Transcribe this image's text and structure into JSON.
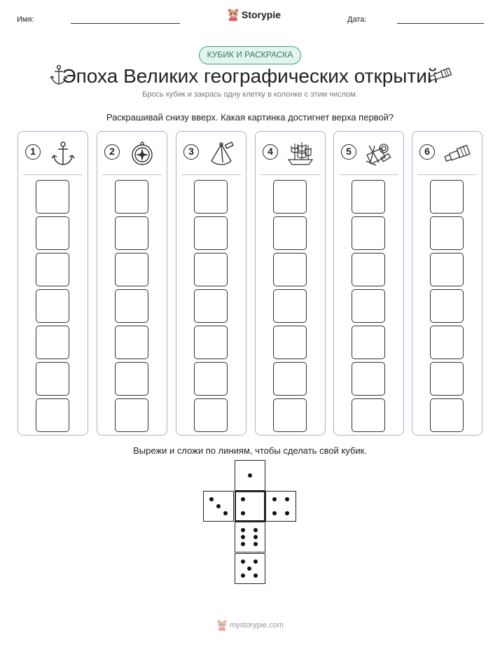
{
  "header": {
    "name_label": "Имя:",
    "date_label": "Дата:",
    "brand": "Storypie"
  },
  "badge": "КУБИК И РАСКРАСКА",
  "title": "Эпоха Великих географических открытий",
  "subtitle": "Брось кубик и закрась одну клетку в колонке с этим числом.",
  "instruction": "Раскрашивай снизу вверх. Какая картинка достигнет верха первой?",
  "columns": [
    {
      "number": "1",
      "icon": "anchor-icon"
    },
    {
      "number": "2",
      "icon": "compass-icon"
    },
    {
      "number": "3",
      "icon": "sextant-icon"
    },
    {
      "number": "4",
      "icon": "sailing-ship-icon"
    },
    {
      "number": "5",
      "icon": "map-tools-icon"
    },
    {
      "number": "6",
      "icon": "spyglass-icon"
    }
  ],
  "cells_per_column": 7,
  "cut_instruction": "Вырежи и сложи по линиям, чтобы сделать свой кубик.",
  "die_faces": [
    1,
    3,
    2,
    4,
    6,
    5
  ],
  "footer": "mystorypie.com",
  "colors": {
    "badge_border": "#3aa58a",
    "badge_fill": "#e3f4ee",
    "column_border": "#a9b3cf"
  }
}
